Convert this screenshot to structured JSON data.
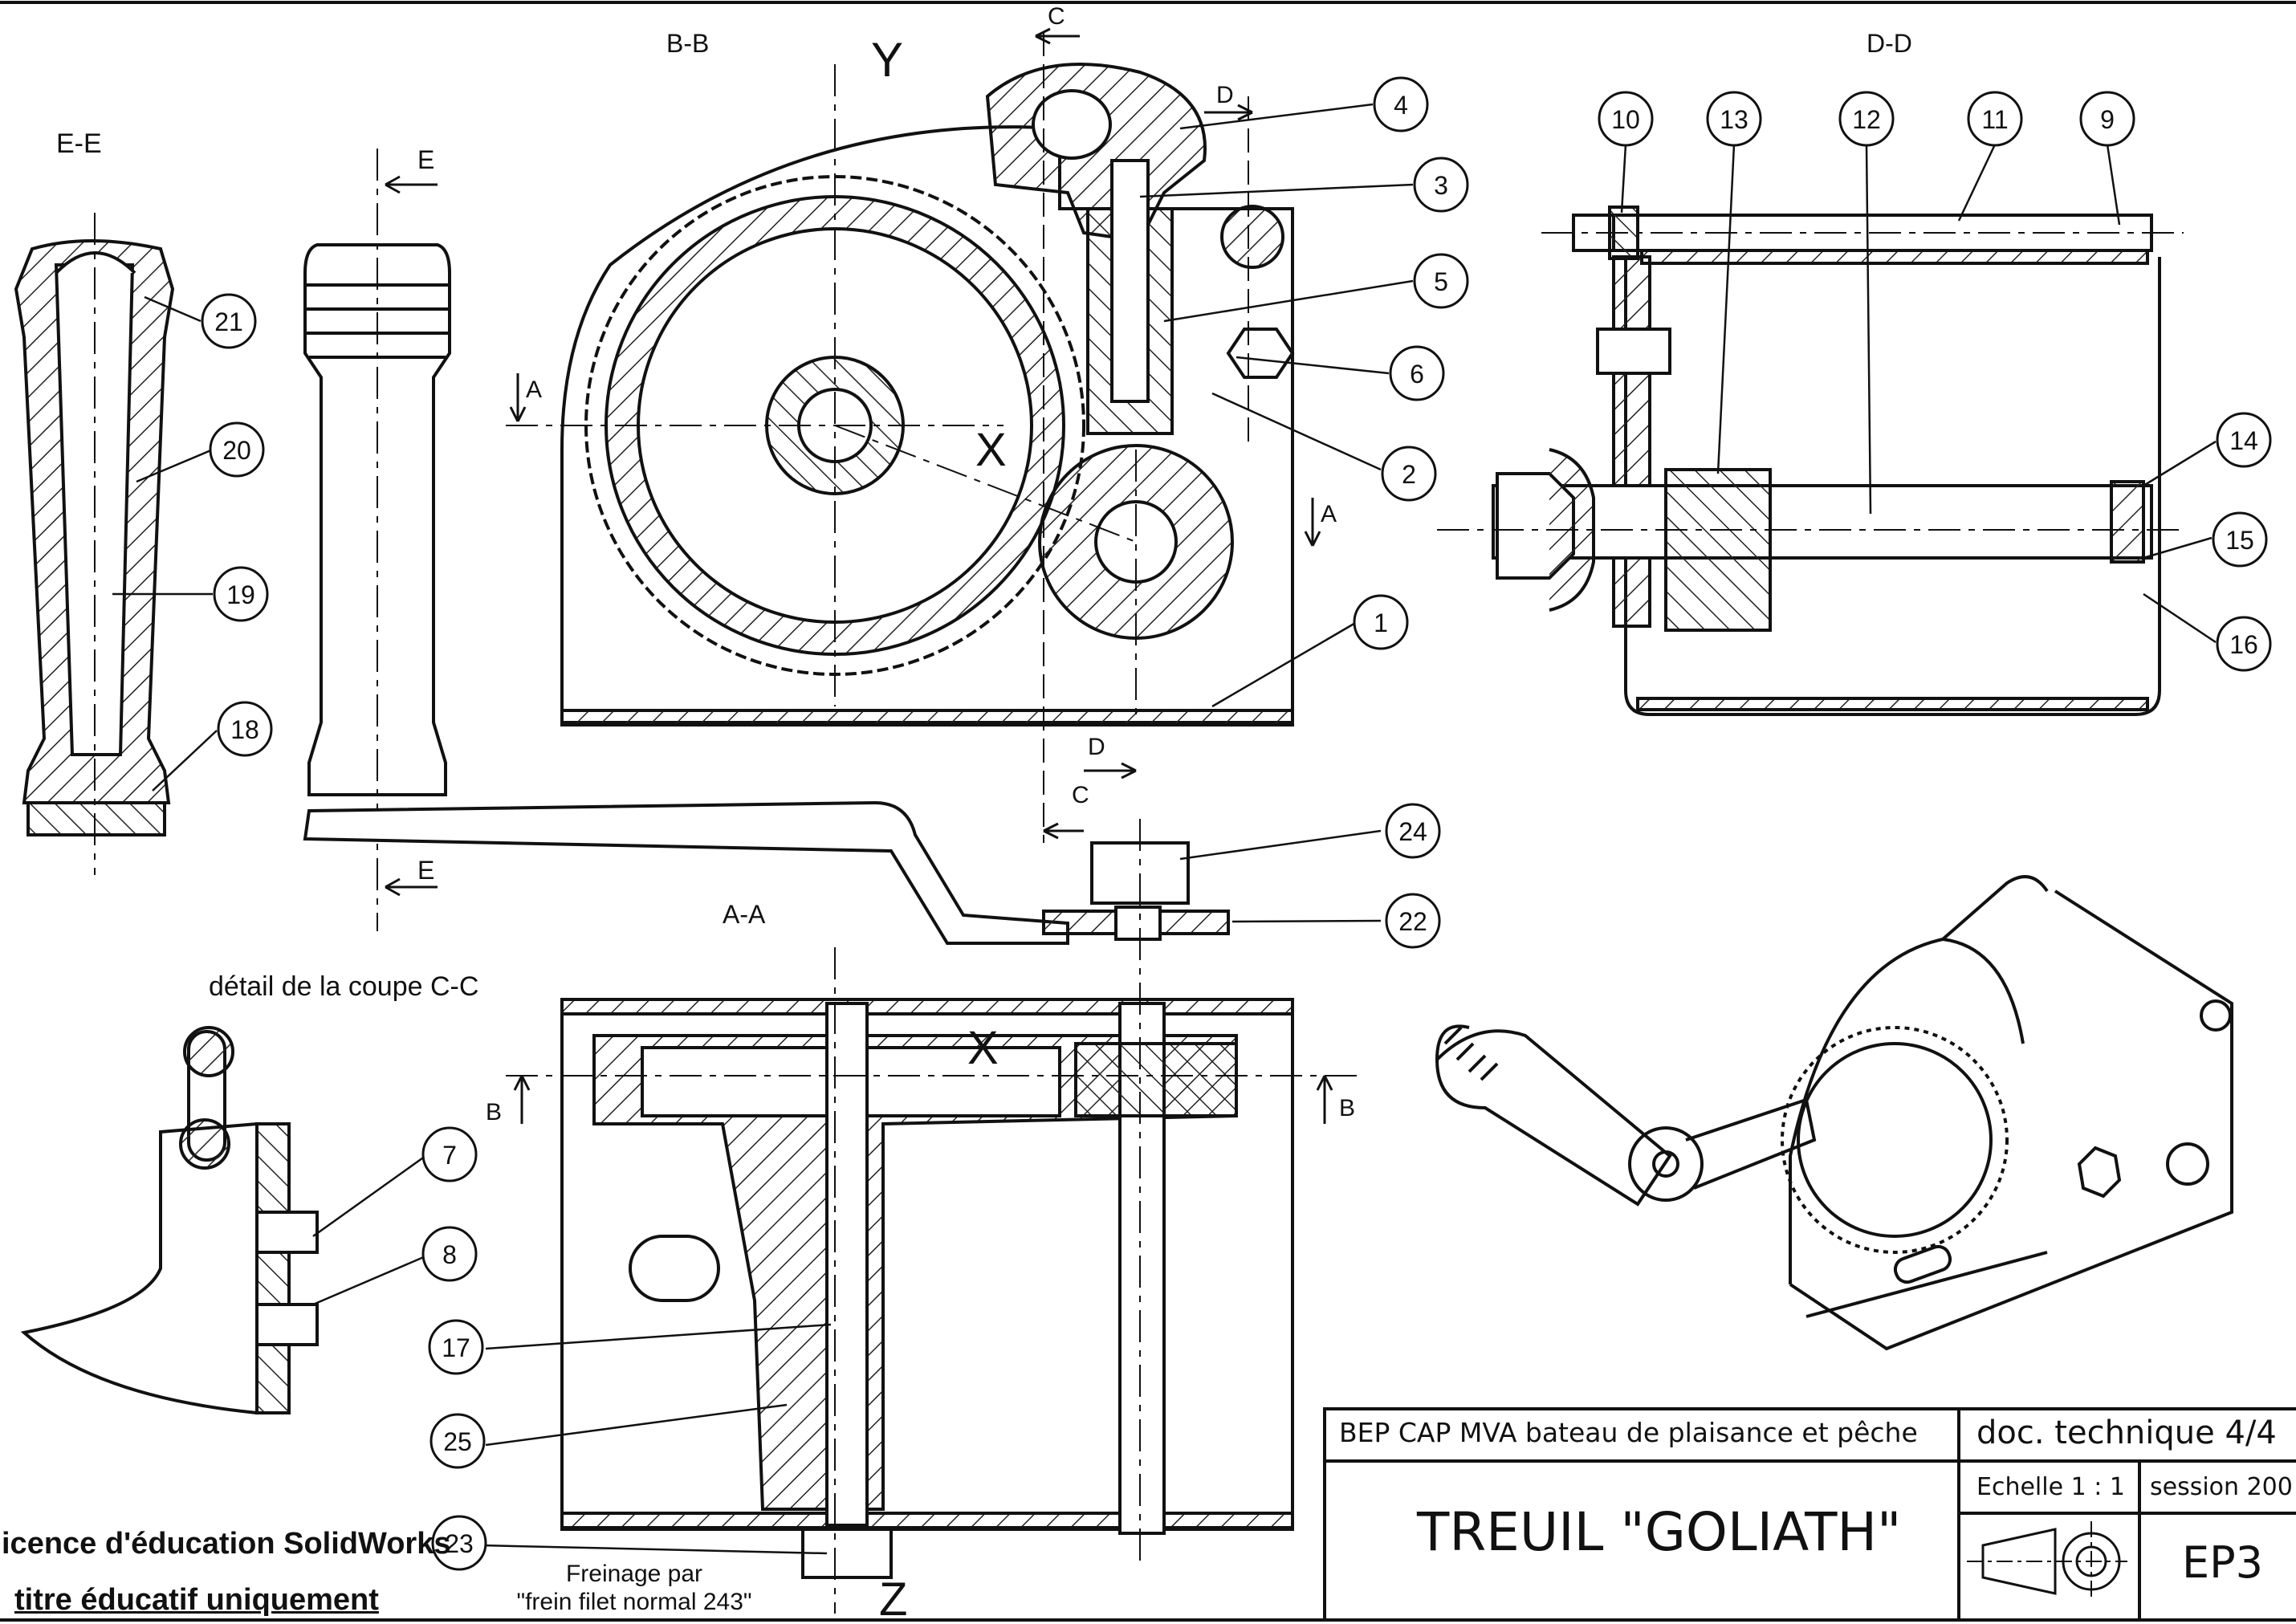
{
  "views": {
    "ee": "E-E",
    "bb": "B-B",
    "dd": "D-D",
    "aa": "A-A",
    "cc_detail": "détail de la coupe C-C"
  },
  "axes": {
    "x_top": "X",
    "y": "Y",
    "x_bottom": "X",
    "z": "Z"
  },
  "section_marks": {
    "a": "A",
    "b": "B",
    "c": "C",
    "d": "D",
    "e": "E"
  },
  "balloons": [
    "1",
    "2",
    "3",
    "4",
    "5",
    "6",
    "7",
    "8",
    "9",
    "10",
    "11",
    "12",
    "13",
    "14",
    "15",
    "16",
    "17",
    "18",
    "19",
    "20",
    "21",
    "22",
    "23",
    "24",
    "25"
  ],
  "note": {
    "line1": "Freinage par",
    "line2": "\"frein filet normal 243\""
  },
  "license": {
    "line1": "icence d'éducation SolidWorks",
    "line2": "titre éducatif uniquement"
  },
  "title_block": {
    "course": "BEP CAP MVA  bateau de plaisance et pêche",
    "doc": "doc. technique 4/4",
    "title": "TREUIL \"GOLIATH\"",
    "scale": "Echelle 1 : 1",
    "session": "session 200",
    "code": "EP3"
  }
}
